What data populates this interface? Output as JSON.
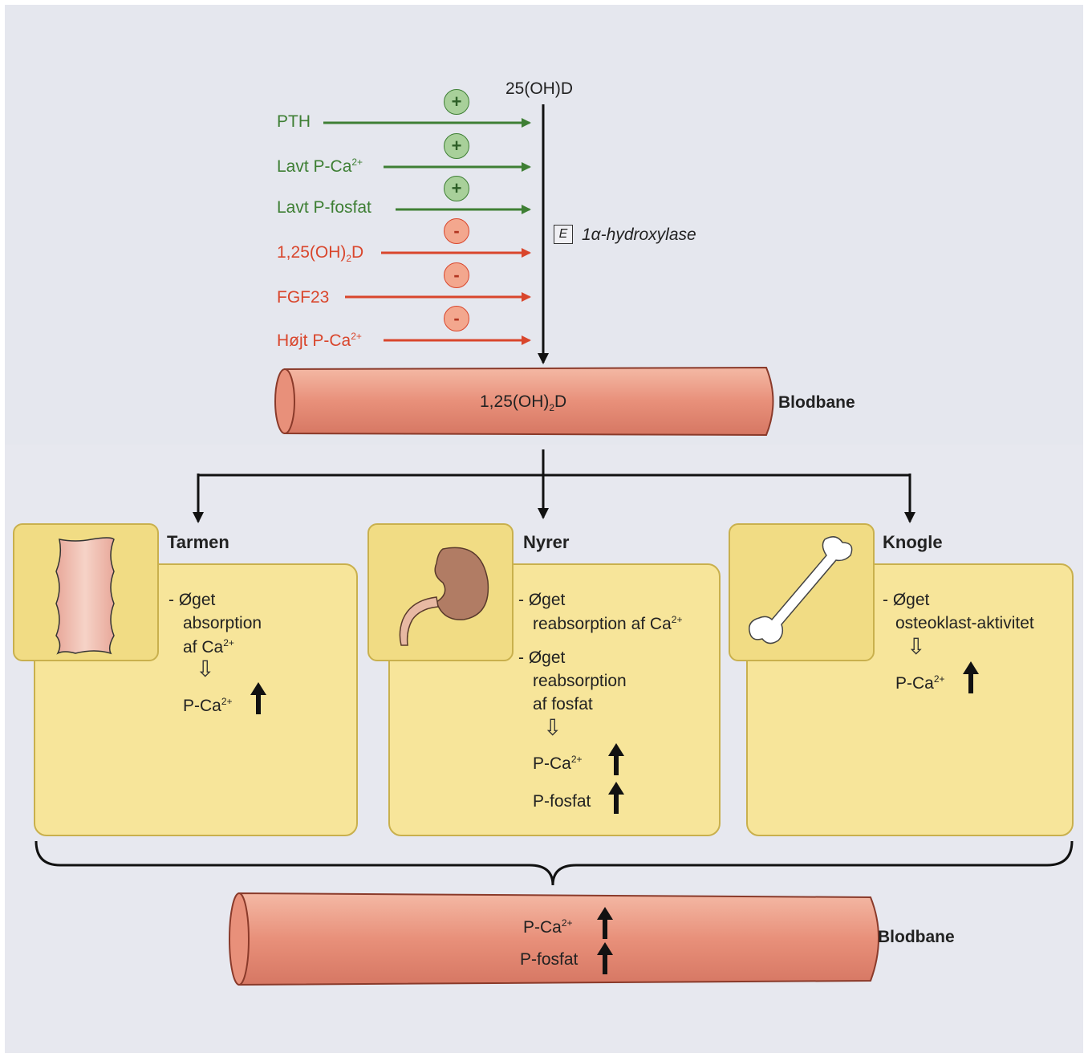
{
  "regulation": {
    "substrate": "25(OH)D",
    "enzyme_symbol": "E",
    "enzyme_name": "1α-hydroxylase",
    "activators": [
      {
        "label": "PTH",
        "sign": "+"
      },
      {
        "label": "Lavt P-Ca",
        "sup": "2+",
        "sign": "+"
      },
      {
        "label": "Lavt P-fosfat",
        "sign": "+"
      }
    ],
    "inhibitors": [
      {
        "label": "1,25(OH)",
        "sub": "2",
        "suffix": "D",
        "sign": "-"
      },
      {
        "label": "FGF23",
        "sign": "-"
      },
      {
        "label": "Højt P-Ca",
        "sup": "2+",
        "sign": "-"
      }
    ]
  },
  "bloodstream_top": {
    "content_prefix": "1,25(OH)",
    "content_sub": "2",
    "content_suffix": "D",
    "label": "Blodbane"
  },
  "targets": [
    {
      "title": "Tarmen",
      "lines": [
        "- Øget",
        "absorption",
        "af Ca"
      ],
      "sup": "2+",
      "arrow": "⇩",
      "result": "P-Ca",
      "result_sup": "2+"
    },
    {
      "title": "Nyrer",
      "line1": "- Øget",
      "line2": "reabsorption af Ca",
      "line2_sup": "2+",
      "line3": "- Øget",
      "line4": "reabsorption",
      "line5": "af fosfat",
      "arrow": "⇩",
      "result1": "P-Ca",
      "result1_sup": "2+",
      "result2": "P-fosfat"
    },
    {
      "title": "Knogle",
      "line1": "- Øget",
      "line2": "osteoklast-aktivitet",
      "arrow": "⇩",
      "result": "P-Ca",
      "result_sup": "2+"
    }
  ],
  "bloodstream_bottom": {
    "line1": "P-Ca",
    "line1_sup": "2+",
    "line2": "P-fosfat",
    "label": "Blodbane"
  },
  "colors": {
    "activator": "#3e7f34",
    "inhibitor": "#d9462c",
    "vessel": "#e9937c",
    "panel": "#f7e59a"
  }
}
